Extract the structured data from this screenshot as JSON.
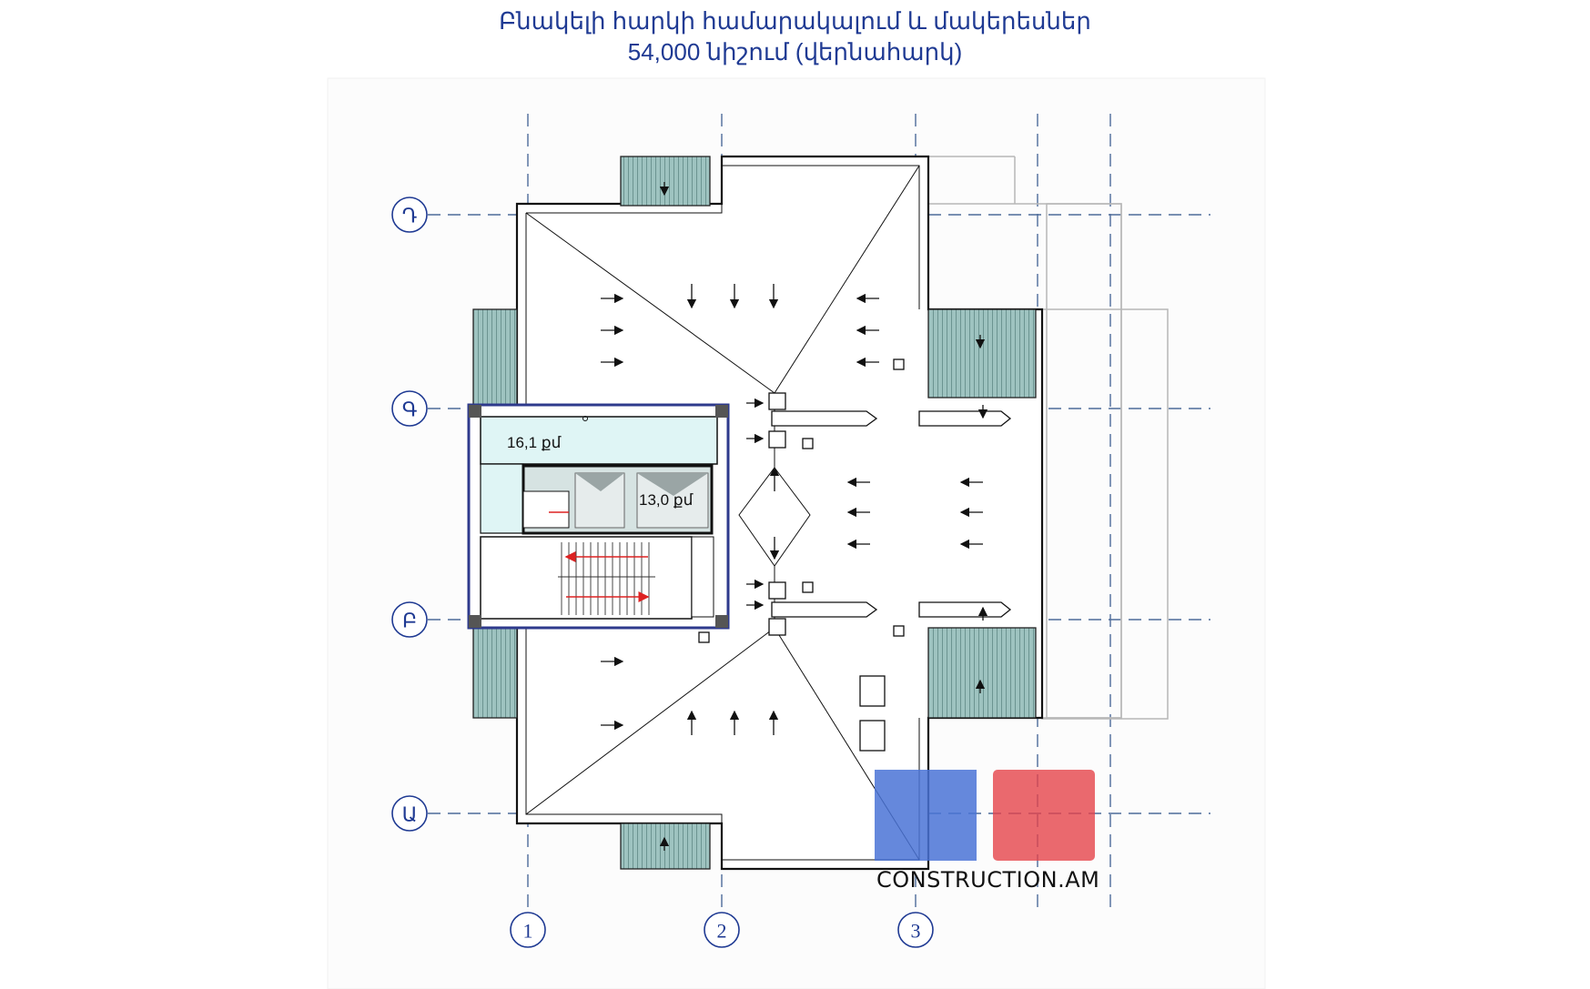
{
  "title": {
    "line1": "Բնակելի հարկի համարակալում և մակերեսներ",
    "line2": "54,000 նիշում (վերնահարկ)"
  },
  "axes": {
    "vertical": [
      "1",
      "2",
      "3"
    ],
    "horizontal": [
      "Դ",
      "Գ",
      "Բ",
      "Ա"
    ]
  },
  "rooms": [
    {
      "label": "16,1 քմ"
    },
    {
      "label": "13,0 քմ"
    }
  ],
  "watermark": {
    "text": "CONSTRUCTION.AM",
    "colors": {
      "blue": "#4a73d6",
      "red": "#e5434a"
    }
  },
  "colors": {
    "axis": "#1f3a93",
    "room_fill": "#dff5f5",
    "room_outline": "#2e3a8c",
    "balcony_fill": "#8fb8b5"
  }
}
